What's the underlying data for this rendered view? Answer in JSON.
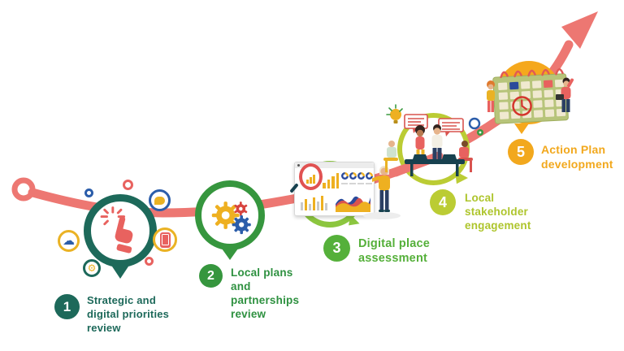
{
  "figure": {
    "kind": "process-roadmap-infographic",
    "arrow": {
      "color": "#ed7772",
      "direction": "up-right"
    }
  },
  "steps": [
    {
      "number": "1",
      "label": "Strategic and digital priorities review",
      "label_lines": [
        "Strategic and",
        "digital priorities",
        "review"
      ],
      "color": "#1d695a",
      "icon": "cursor-click-icon",
      "satellite_icons": [
        "cloud-icon",
        "gear-icon",
        "chat-bubble-icon",
        "smartphone-icon"
      ]
    },
    {
      "number": "2",
      "label": "Local plans and partnerships review",
      "label_lines": [
        "Local plans",
        "and",
        "partnerships",
        "review"
      ],
      "color": "#2e9140",
      "icon": "gears-icon"
    },
    {
      "number": "3",
      "label": "Digital place assessment",
      "label_lines": [
        "Digital place",
        "assessment"
      ],
      "color": "#55b03a",
      "icon": "analytics-dashboard-icon"
    },
    {
      "number": "4",
      "label": "Local stakeholder engagement",
      "label_lines": [
        "Local",
        "stakeholder",
        "engagement"
      ],
      "color": "#aec52c",
      "icon": "stakeholder-meeting-icon"
    },
    {
      "number": "5",
      "label": "Action Plan development",
      "label_lines": [
        "Action Plan",
        "development"
      ],
      "color": "#f2a81d",
      "icon": "calendar-plan-icon"
    }
  ]
}
